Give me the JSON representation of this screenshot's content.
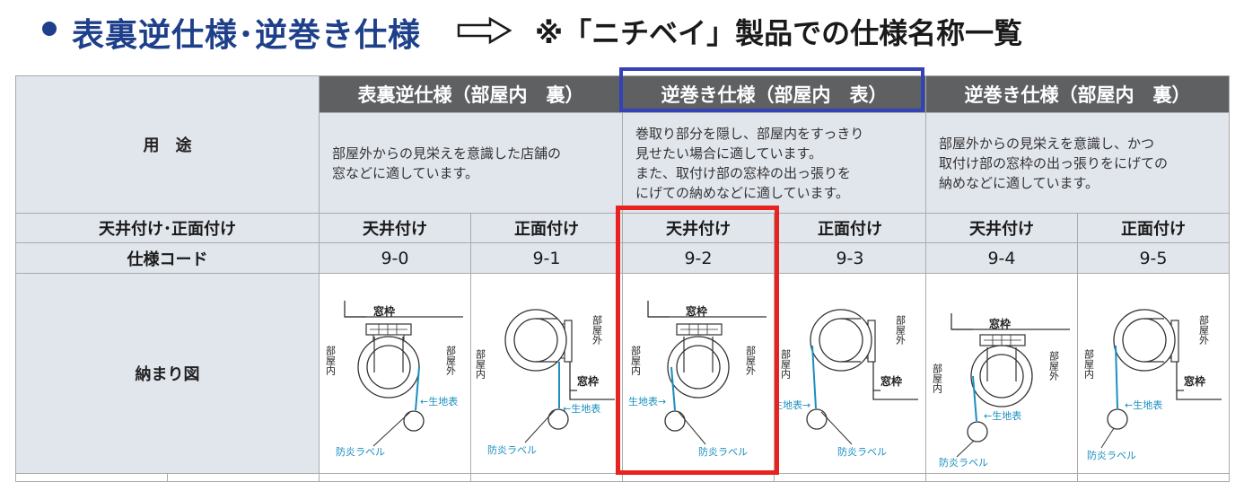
{
  "title": {
    "main": "表裏逆仕様･逆巻き仕様",
    "sub": "※「ニチベイ」製品での仕様名称一覧"
  },
  "table": {
    "row_labels": {
      "usage": "用　途",
      "mount": "天井付け･正面付け",
      "code": "仕様コード",
      "diagram": "納まり図"
    },
    "groups": [
      {
        "header": "表裏逆仕様（部屋内　裏）",
        "usage": "部屋外からの見栄えを意識した店舗の\n窓などに適しています。"
      },
      {
        "header": "逆巻き仕様（部屋内　表）",
        "usage": "巻取り部分を隠し、部屋内をすっきり\n見せたい場合に適しています。\nまた、取付け部の窓枠の出っ張りを\nにげての納めなどに適しています。"
      },
      {
        "header": "逆巻き仕様（部屋内　裏）",
        "usage": "部屋外からの見栄えを意識し、かつ\n取付け部の窓枠の出っ張りをにげての\n納めなどに適しています。"
      }
    ],
    "columns": [
      {
        "mount": "天井付け",
        "code": "9-0"
      },
      {
        "mount": "正面付け",
        "code": "9-1"
      },
      {
        "mount": "天井付け",
        "code": "9-2"
      },
      {
        "mount": "正面付け",
        "code": "9-3"
      },
      {
        "mount": "天井付け",
        "code": "9-4"
      },
      {
        "mount": "正面付け",
        "code": "9-5"
      }
    ]
  },
  "diagram_labels": {
    "frame": "窓枠",
    "inside": "部屋内",
    "outside": "部屋外",
    "fabric_left": "←生地表",
    "fabric_right": "生地表→",
    "label_tag": "防炎ラベル"
  },
  "colors": {
    "title_blue": "#1e3f8a",
    "header_gray": "#5f6062",
    "cell_gray": "#e1e5ec",
    "fabric_blue": "#1a8fc0",
    "highlight_blue": "#3342b6",
    "highlight_red": "#e8231f"
  }
}
